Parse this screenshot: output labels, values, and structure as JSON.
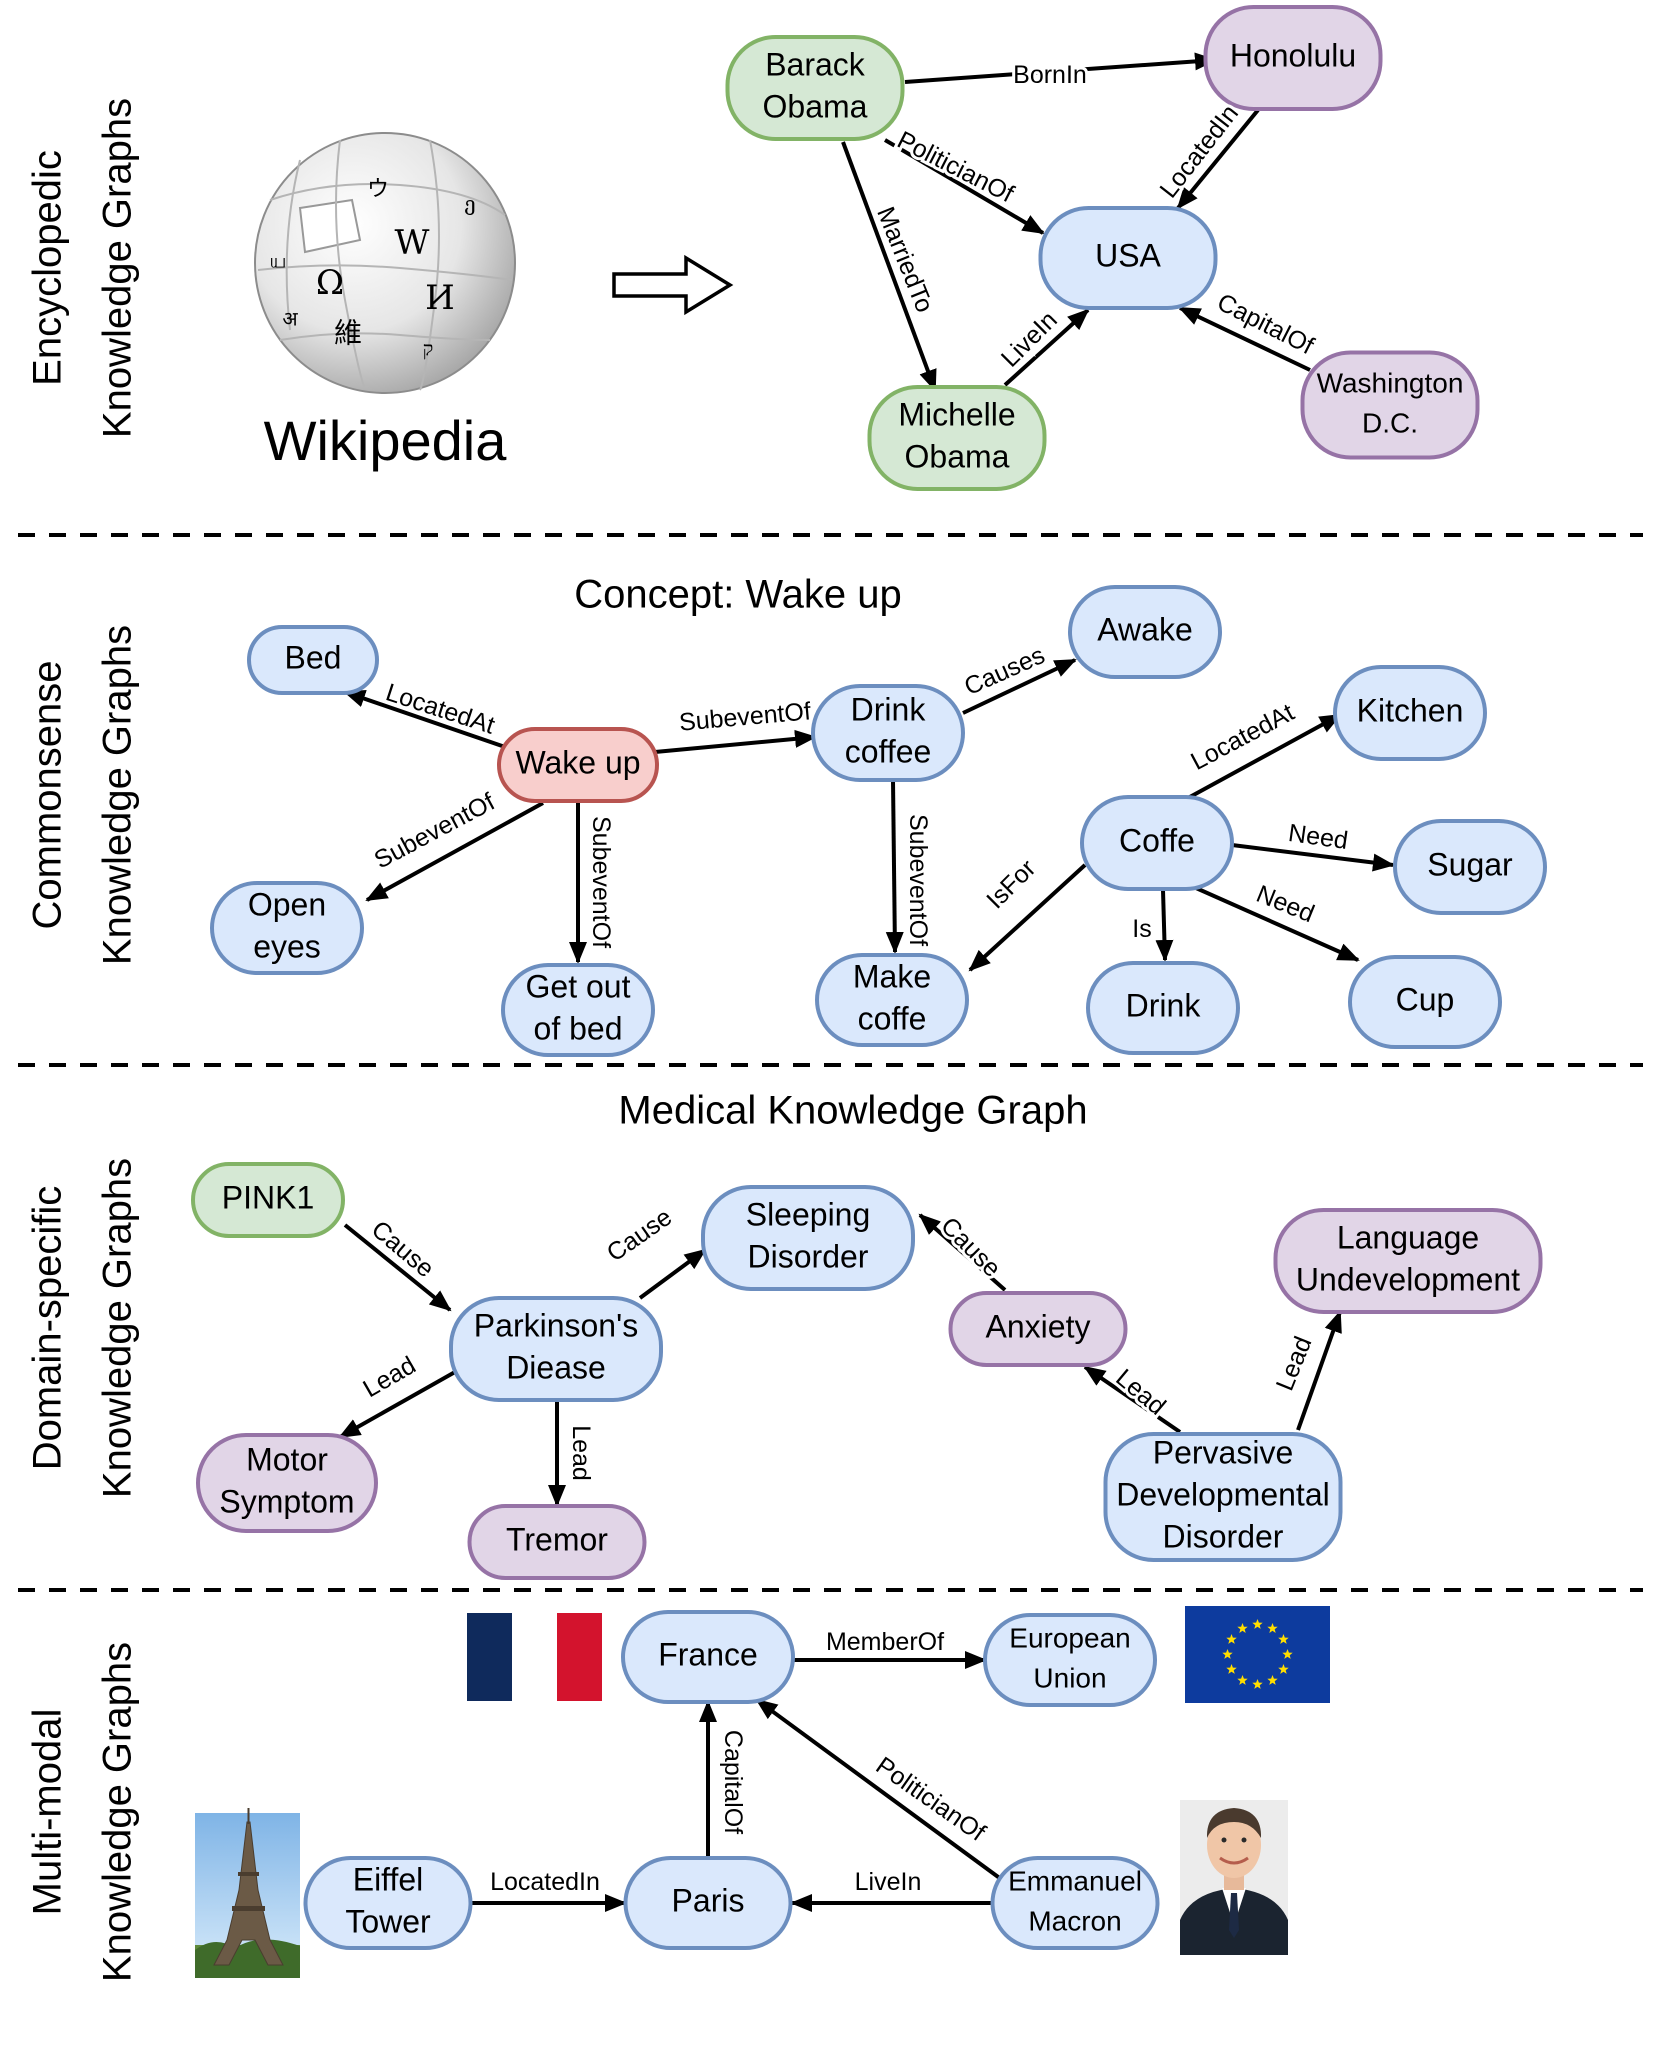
{
  "sections": [
    {
      "key": "encyclopedic",
      "label": [
        "Encyclopedic",
        "Knowledge Graphs"
      ]
    },
    {
      "key": "commonsense",
      "label": [
        "Commonsense",
        "Knowledge Graphs"
      ]
    },
    {
      "key": "domain",
      "label": [
        "Domain-specific",
        "Knowledge Graphs"
      ]
    },
    {
      "key": "multimodal",
      "label": [
        "Multi-modal",
        "Knowledge Graphs"
      ]
    }
  ],
  "titles": {
    "wikipedia": "Wikipedia",
    "commonsense": "Concept: Wake up",
    "medical": "Medical Knowledge Graph"
  },
  "colors": {
    "blue_fill": "#dae8fc",
    "blue_stroke": "#6c8ebf",
    "green_fill": "#d5e8d4",
    "green_stroke": "#82b366",
    "purple_fill": "#e1d5e7",
    "purple_stroke": "#9673a6",
    "red_fill": "#f8cecc",
    "red_stroke": "#b85450",
    "flag_blue": "#0f2a5c",
    "flag_red": "#d3132d",
    "eu_blue": "#0d3b9e",
    "eu_star": "#ffde00"
  },
  "nodes": {
    "obama": {
      "lines": [
        "Barack",
        "Obama"
      ],
      "color": "green"
    },
    "honolulu": {
      "lines": [
        "Honolulu"
      ],
      "color": "purple"
    },
    "usa": {
      "lines": [
        "USA"
      ],
      "color": "blue"
    },
    "michelle": {
      "lines": [
        "Michelle",
        "Obama"
      ],
      "color": "green"
    },
    "washington": {
      "lines": [
        "Washington",
        "D.C."
      ],
      "color": "purple"
    },
    "bed": {
      "lines": [
        "Bed"
      ],
      "color": "blue"
    },
    "wakeup": {
      "lines": [
        "Wake up"
      ],
      "color": "red"
    },
    "drinkcoffee": {
      "lines": [
        "Drink",
        "coffee"
      ],
      "color": "blue"
    },
    "awake": {
      "lines": [
        "Awake"
      ],
      "color": "blue"
    },
    "kitchen": {
      "lines": [
        "Kitchen"
      ],
      "color": "blue"
    },
    "coffe": {
      "lines": [
        "Coffe"
      ],
      "color": "blue"
    },
    "sugar": {
      "lines": [
        "Sugar"
      ],
      "color": "blue"
    },
    "openeyes": {
      "lines": [
        "Open",
        "eyes"
      ],
      "color": "blue"
    },
    "getoutofbed": {
      "lines": [
        "Get out",
        "of bed"
      ],
      "color": "blue"
    },
    "makecoffe": {
      "lines": [
        "Make",
        "coffe"
      ],
      "color": "blue"
    },
    "drink": {
      "lines": [
        "Drink"
      ],
      "color": "blue"
    },
    "cup": {
      "lines": [
        "Cup"
      ],
      "color": "blue"
    },
    "pink1": {
      "lines": [
        "PINK1"
      ],
      "color": "green"
    },
    "sleeping": {
      "lines": [
        "Sleeping",
        "Disorder"
      ],
      "color": "blue"
    },
    "parkinsons": {
      "lines": [
        "Parkinson's",
        "Diease"
      ],
      "color": "blue"
    },
    "anxiety": {
      "lines": [
        "Anxiety"
      ],
      "color": "purple"
    },
    "language": {
      "lines": [
        "Language",
        "Undevelopment"
      ],
      "color": "purple"
    },
    "motor": {
      "lines": [
        "Motor",
        "Symptom"
      ],
      "color": "purple"
    },
    "tremor": {
      "lines": [
        "Tremor"
      ],
      "color": "purple"
    },
    "pervasive": {
      "lines": [
        "Pervasive",
        "Developmental",
        "Disorder"
      ],
      "color": "blue"
    },
    "france": {
      "lines": [
        "France"
      ],
      "color": "blue"
    },
    "eu": {
      "lines": [
        "European",
        "Union"
      ],
      "color": "blue"
    },
    "eiffel": {
      "lines": [
        "Eiffel",
        "Tower"
      ],
      "color": "blue"
    },
    "paris": {
      "lines": [
        "Paris"
      ],
      "color": "blue"
    },
    "macron": {
      "lines": [
        "Emmanuel",
        "Macron"
      ],
      "color": "blue"
    }
  },
  "edges": {
    "obama_honolulu": "BornIn",
    "obama_usa": "PoliticianOf",
    "obama_michelle": "MarriedTo",
    "honolulu_usa": "LocatedIn",
    "michelle_usa": "LiveIn",
    "washington_usa": "CapitalOf",
    "wakeup_bed": "LocatedAt",
    "wakeup_drinkcoffee": "SubeventOf",
    "drinkcoffee_awake": "Causes",
    "wakeup_openeyes": "SubeventOf",
    "wakeup_getoutofbed": "SubeventOf",
    "drinkcoffee_makecoffe": "SubeventOf",
    "coffe_kitchen": "LocatedAt",
    "coffe_sugar": "Need",
    "coffe_cup": "Need",
    "coffe_drink": "Is",
    "coffe_makecoffe": "IsFor",
    "pink1_parkinsons": "Cause",
    "parkinsons_sleeping": "Cause",
    "anxiety_sleeping": "Cause",
    "parkinsons_motor": "Lead",
    "parkinsons_tremor": "Lead",
    "pervasive_anxiety": "Lead",
    "pervasive_language": "Lead",
    "france_eu": "MemberOf",
    "paris_france": "CapitalOf",
    "macron_france": "PoliticianOf",
    "eiffel_paris": "LocatedIn",
    "macron_paris": "LiveIn"
  },
  "icons": [
    "wikipedia-globe-icon",
    "french-flag-icon",
    "eu-flag-icon",
    "eiffel-tower-photo",
    "macron-portrait-photo",
    "hollow-arrow-icon"
  ]
}
